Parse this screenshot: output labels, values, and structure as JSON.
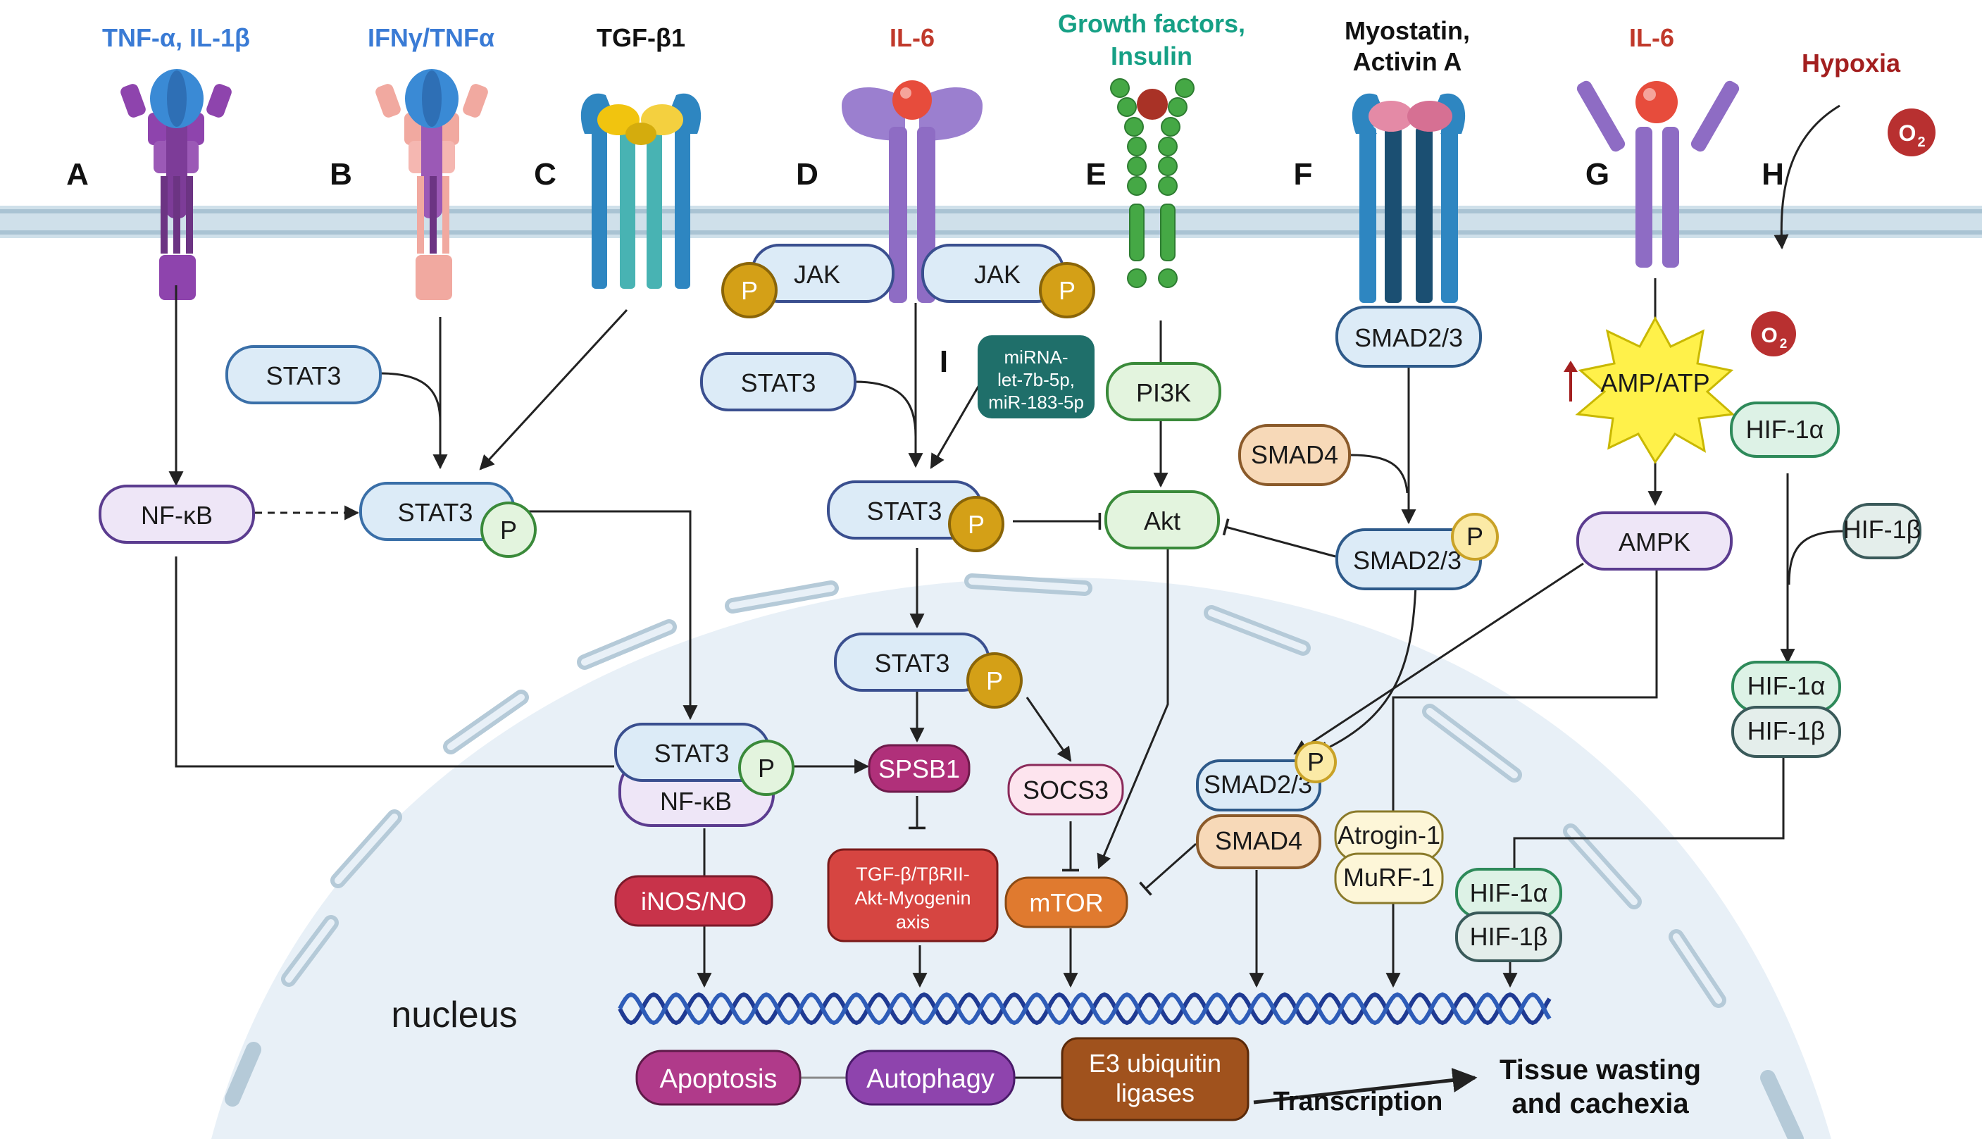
{
  "headers": {
    "A": {
      "text": "TNF-α, IL-1β",
      "color": "#3a7bd5"
    },
    "B": {
      "text": "IFNγ/TNFα",
      "color": "#3a7bd5"
    },
    "C": {
      "text": "TGF-β1",
      "color": "#111111"
    },
    "D": {
      "text": "IL-6",
      "color": "#c0392b"
    },
    "E1": {
      "text": "Growth factors,",
      "color": "#16a085"
    },
    "E2": {
      "text": "Insulin",
      "color": "#16a085"
    },
    "F1": {
      "text": "Myostatin,",
      "color": "#111111"
    },
    "F2": {
      "text": "Activin A",
      "color": "#111111"
    },
    "G": {
      "text": "IL-6",
      "color": "#c0392b"
    },
    "H": {
      "text": "Hypoxia",
      "color": "#a31f1f"
    }
  },
  "letters": [
    "A",
    "B",
    "C",
    "D",
    "E",
    "F",
    "G",
    "H",
    "I"
  ],
  "nodes": {
    "stat3_b": "STAT3",
    "nfkb_a": "NF-κB",
    "stat3p_b": "STAT3",
    "jak_left": "JAK",
    "jak_right": "JAK",
    "stat3_d": "STAT3",
    "mirna_1": "miRNA-",
    "mirna_2": "let-7b-5p,",
    "mirna_3": "miR-183-5p",
    "stat3p_d": "STAT3",
    "stat3p_d2": "STAT3",
    "pi3k": "PI3K",
    "akt": "Akt",
    "smad23_f": "SMAD2/3",
    "smad4_f": "SMAD4",
    "smad23p_f": "SMAD2/3",
    "amp_atp": "AMP/ATP",
    "ampk": "AMPK",
    "hif1a_1": "HIF-1α",
    "hif1b_1": "HIF-1β",
    "hif1a_2": "HIF-1α",
    "hif1b_2": "HIF-1β",
    "stat3_complex": "STAT3",
    "nfkb_complex": "NF-κB",
    "spsb1": "SPSB1",
    "socs3": "SOCS3",
    "inos": "iNOS/NO",
    "tgf_axis_1": "TGF-β/TβRII-",
    "tgf_axis_2": "Akt-Myogenin",
    "tgf_axis_3": "axis",
    "mtor": "mTOR",
    "smad23_n": "SMAD2/3",
    "smad4_n": "SMAD4",
    "atrogin": "Atrogin-1",
    "murf": "MuRF-1",
    "hif1a_3": "HIF-1α",
    "hif1b_3": "HIF-1β",
    "p": "P",
    "o2": "O",
    "o2_sub": "2"
  },
  "nucleus_label": "nucleus",
  "outcomes": {
    "apoptosis": "Apoptosis",
    "autophagy": "Autophagy",
    "e3_1": "E3 ubiquitin",
    "e3_2": "ligases",
    "transcription": "Transcription",
    "wasting_1": "Tissue wasting",
    "wasting_2": "and cachexia"
  },
  "colors": {
    "membrane": "#b9d2e0",
    "nucleus": "#e9f1f8",
    "purple_receptor": "#8e44ad",
    "blue_receptor": "#2e86c1",
    "teal_receptor": "#1a8a8a",
    "green_receptor": "#3a9a3a",
    "p_badge": "#d4a017",
    "apoptosis": "#b03a8a",
    "autophagy": "#8e44ad",
    "e3": "#a0521d",
    "mtor": "#e07a2f",
    "tgf_axis": "#c0392b",
    "spsb1": "#b0307a"
  }
}
